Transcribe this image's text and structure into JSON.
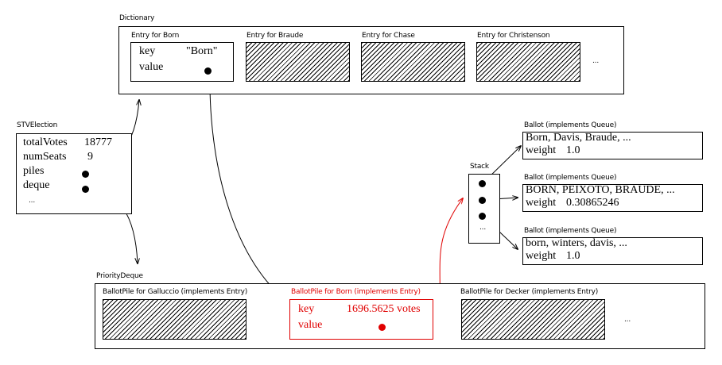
{
  "dictionary": {
    "label": "Dictionary",
    "entries": [
      {
        "label": "Entry for Born",
        "key_label": "key",
        "key_value": "\"Born\"",
        "value_label": "value"
      },
      {
        "label": "Entry for Braude"
      },
      {
        "label": "Entry for Chase"
      },
      {
        "label": "Entry for Christenson"
      }
    ],
    "ellipsis": "..."
  },
  "stv_election": {
    "label": "STVElection",
    "fields": [
      {
        "name": "totalVotes",
        "value": "18777"
      },
      {
        "name": "numSeats",
        "value": "9"
      },
      {
        "name": "piles"
      },
      {
        "name": "deque"
      }
    ],
    "ellipsis": "..."
  },
  "stack": {
    "label": "Stack",
    "ellipsis": "..."
  },
  "ballots": [
    {
      "label": "Ballot (implements Queue)",
      "names": "Born, Davis, Braude, ...",
      "weight_label": "weight",
      "weight": "1.0"
    },
    {
      "label": "Ballot (implements Queue)",
      "names": "BORN, PEIXOTO, BRAUDE, ...",
      "weight_label": "weight",
      "weight": "0.30865246"
    },
    {
      "label": "Ballot (implements Queue)",
      "names": "born, winters, davis, ...",
      "weight_label": "weight",
      "weight": "1.0"
    }
  ],
  "priority_deque": {
    "label": "PriorityDeque",
    "piles": [
      {
        "label": "BallotPile for Galluccio (implements Entry)"
      },
      {
        "label": "BallotPile for Born (implements Entry)",
        "key_label": "key",
        "key_value": "1696.5625 votes",
        "value_label": "value"
      },
      {
        "label": "BallotPile for Decker (implements Entry)"
      }
    ],
    "ellipsis": "..."
  },
  "colors": {
    "highlight": "#e00000",
    "line": "#000000"
  }
}
